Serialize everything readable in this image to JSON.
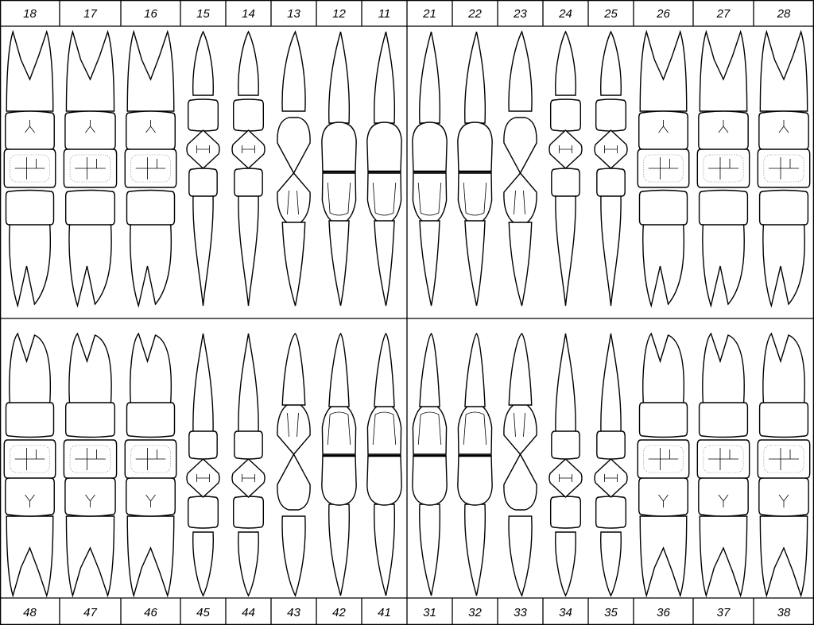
{
  "chart": {
    "upper_numbers": [
      "18",
      "17",
      "16",
      "15",
      "14",
      "13",
      "12",
      "11",
      "21",
      "22",
      "23",
      "24",
      "25",
      "26",
      "27",
      "28"
    ],
    "lower_numbers": [
      "48",
      "47",
      "46",
      "45",
      "44",
      "43",
      "42",
      "41",
      "31",
      "32",
      "33",
      "34",
      "35",
      "36",
      "37",
      "38"
    ],
    "tooth_types": [
      "molar",
      "molar",
      "molar",
      "premolar",
      "premolar",
      "canine",
      "incisor",
      "incisor",
      "incisor",
      "incisor",
      "canine",
      "premolar",
      "premolar",
      "molar",
      "molar",
      "molar"
    ]
  }
}
